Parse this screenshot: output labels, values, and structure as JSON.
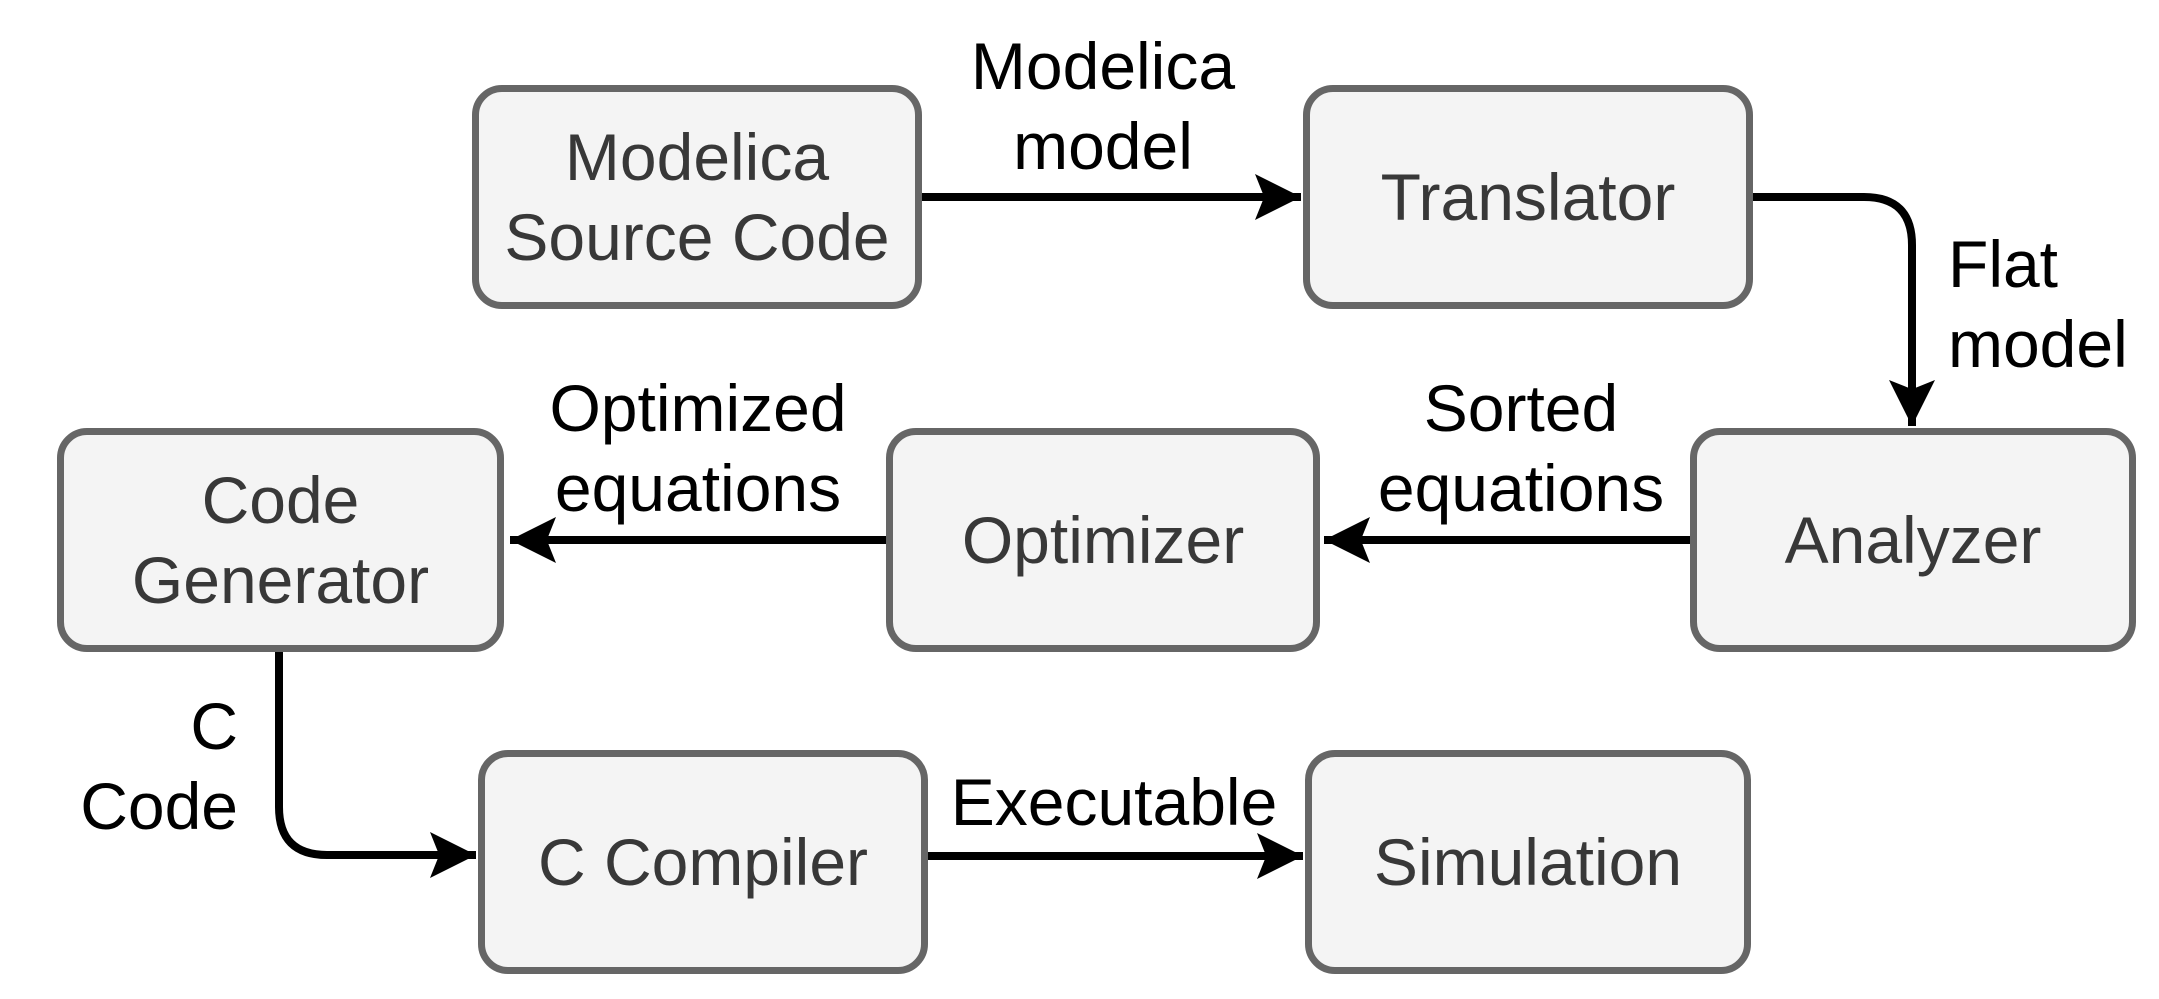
{
  "diagram": {
    "nodes": [
      {
        "id": "modelica-source-code",
        "label": "Modelica\nSource Code"
      },
      {
        "id": "translator",
        "label": "Translator"
      },
      {
        "id": "analyzer",
        "label": "Analyzer"
      },
      {
        "id": "optimizer",
        "label": "Optimizer"
      },
      {
        "id": "code-generator",
        "label": "Code\nGenerator"
      },
      {
        "id": "c-compiler",
        "label": "C Compiler"
      },
      {
        "id": "simulation",
        "label": "Simulation"
      }
    ],
    "edges": [
      {
        "from": "modelica-source-code",
        "to": "translator",
        "label": "Modelica\nmodel"
      },
      {
        "from": "translator",
        "to": "analyzer",
        "label": "Flat\nmodel"
      },
      {
        "from": "analyzer",
        "to": "optimizer",
        "label": "Sorted\nequations"
      },
      {
        "from": "optimizer",
        "to": "code-generator",
        "label": "Optimized\nequations"
      },
      {
        "from": "code-generator",
        "to": "c-compiler",
        "label": "C\nCode"
      },
      {
        "from": "c-compiler",
        "to": "simulation",
        "label": "Executable"
      }
    ],
    "colors": {
      "background": "#ffffff",
      "node_fill": "#f4f4f4",
      "node_border": "#666666",
      "node_text": "#383838",
      "edge_line": "#000000",
      "edge_label_text": "#000000"
    }
  }
}
